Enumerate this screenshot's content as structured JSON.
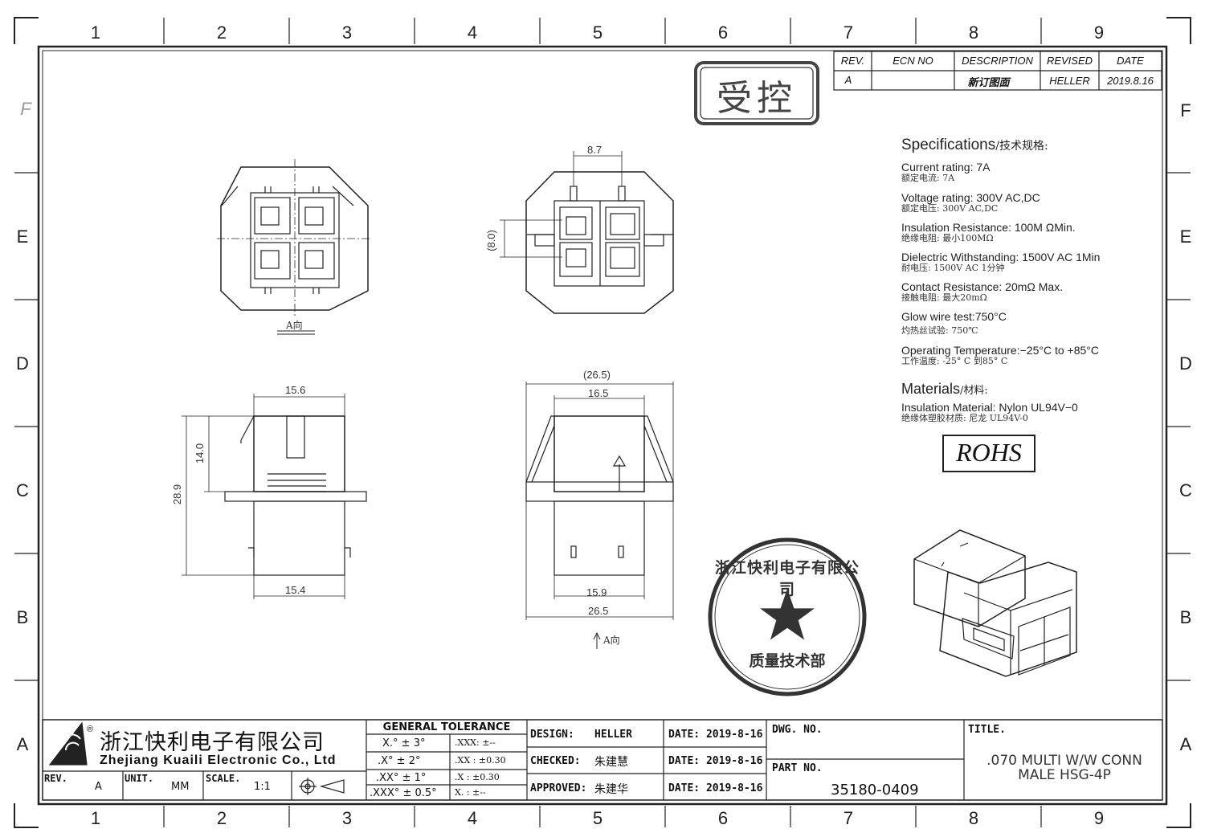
{
  "zones": {
    "columns": [
      "1",
      "2",
      "3",
      "4",
      "5",
      "6",
      "7",
      "8",
      "9"
    ],
    "rows": [
      "F",
      "E",
      "D",
      "C",
      "B",
      "A"
    ]
  },
  "stamp_controlled": "受控",
  "revision_table": {
    "headers": [
      "REV.",
      "ECN NO",
      "DESCRIPTION",
      "REVISED",
      "DATE"
    ],
    "row": [
      "A",
      "",
      "新订图面",
      "HELLER",
      "2019.8.16"
    ]
  },
  "specifications": {
    "heading_en": "Specifications",
    "heading_zh": "/技术规格:",
    "items": [
      {
        "en": "Current  rating:  7A",
        "zh": "额定电流: 7A"
      },
      {
        "en": "Voltage  rating:  300V  AC,DC",
        "zh": "额定电压: 300V AC,DC"
      },
      {
        "en": "Insulation  Resistance:  100M  ΩMin.",
        "zh": "绝缘电阻: 最小100MΩ"
      },
      {
        "en": "Dielectric  Withstanding:    1500V  AC    1Min",
        "zh": "耐电压: 1500V AC 1分钟"
      },
      {
        "en": "Contact  Resistance:    20mΩ  Max.",
        "zh": "接触电阻: 最大20mΩ"
      },
      {
        "en": "Glow  wire  test:750°C",
        "zh": "灼热丝试验: 750℃"
      },
      {
        "en": "Operating  Temperature:−25°C  to  +85°C",
        "zh": "工作温度: -25° C 到85° C"
      }
    ],
    "materials_heading_en": "Materials",
    "materials_heading_zh": "/材料:",
    "materials": [
      {
        "en": "Insulation  Material:  Nylon  UL94V−0",
        "zh": "绝缘体塑胶材质: 尼龙 UL94V-0"
      }
    ],
    "rohs": "ROHS"
  },
  "dimensions": {
    "top_width": "8.7",
    "side_height": "(8.0)",
    "view_a": "A向",
    "left_top": "15.6",
    "left_height1": "14.0",
    "left_height2": "28.9",
    "left_bottom": "15.4",
    "front_overall": "(26.5)",
    "front_inner": "16.5",
    "front_bottom1": "15.9",
    "front_bottom2": "26.5",
    "view_a_arrow": "A向"
  },
  "company_seal": {
    "ring_text": "浙江快利电子有限公司",
    "bottom_text": "质量技术部"
  },
  "title_block": {
    "company_zh": "浙江快利电子有限公司",
    "company_en": "Zhejiang  Kuaili  Electronic  Co.,  Ltd",
    "rev_label": "REV.",
    "rev_value": "A",
    "unit_label": "UNIT.",
    "unit_value": "MM",
    "scale_label": "SCALE.",
    "scale_value": "1:1",
    "tolerance_heading": "GENERAL  TOLERANCE",
    "tolerances": [
      {
        "a": "X.° ± 3°",
        "b": ".XXX:  ±--"
      },
      {
        "a": ".X° ± 2°",
        "b": ".XX :  ±0.30"
      },
      {
        "a": ".XX° ± 1°",
        "b": ".X  :  ±0.30"
      },
      {
        "a": ".XXX° ± 0.5°",
        "b": "X.  :  ±--"
      }
    ],
    "design_label": "DESIGN:",
    "design_value": "HELLER",
    "checked_label": "CHECKED:",
    "checked_value": "朱建慧",
    "approved_label": "APPROVED:",
    "approved_value": "朱建华",
    "date_label": "DATE:",
    "date_value": "2019-8-16",
    "dwg_label": "DWG. NO.",
    "part_label": "PART NO.",
    "part_value": "35180-0409",
    "title_label": "TITLE.",
    "title_line1": ".070  MULTI  W/W  CONN",
    "title_line2": "MALE  HSG-4P"
  }
}
